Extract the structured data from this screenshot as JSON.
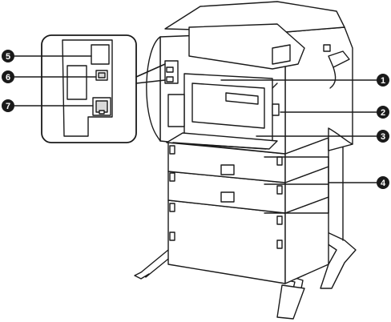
{
  "callouts": [
    {
      "number": "1"
    },
    {
      "number": "2"
    },
    {
      "number": "3"
    },
    {
      "number": "4"
    },
    {
      "number": "5"
    },
    {
      "number": "6"
    },
    {
      "number": "7"
    }
  ],
  "colors": {
    "line": "#1a1a1a",
    "body_fill": "#ffffff",
    "badge_fill": "#1a1a1a",
    "shade": "#d9d9d9"
  }
}
